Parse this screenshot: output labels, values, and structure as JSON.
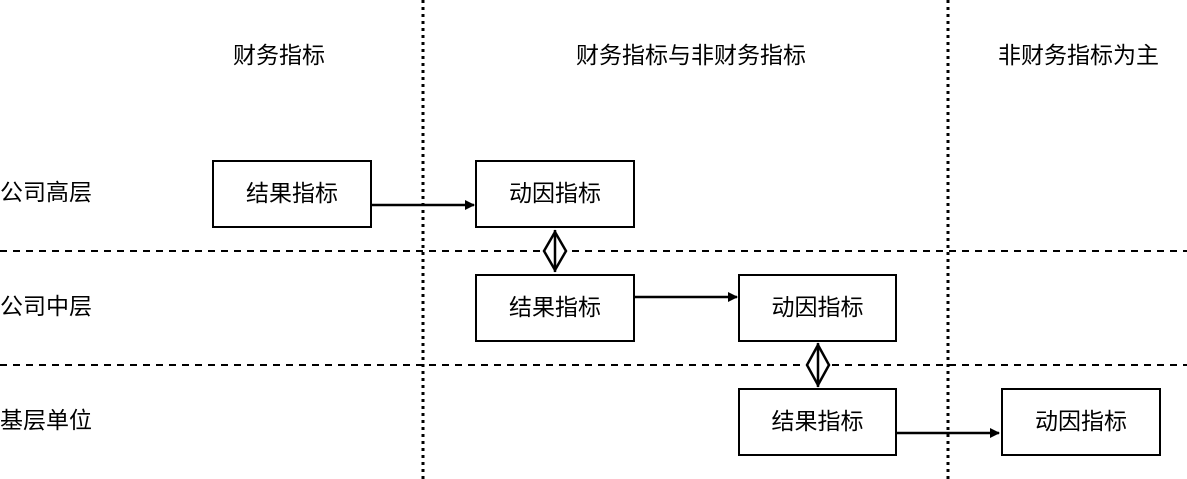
{
  "columns": {
    "financial": "财务指标",
    "mixed": "财务指标与非财务指标",
    "nonfinancial": "非财务指标为主"
  },
  "rows": {
    "top": "公司高层",
    "middle": "公司中层",
    "base": "基层单位"
  },
  "boxes": {
    "top_result": "结果指标",
    "top_driver": "动因指标",
    "middle_result": "结果指标",
    "middle_driver": "动因指标",
    "base_result": "结果指标",
    "base_driver": "动因指标"
  }
}
